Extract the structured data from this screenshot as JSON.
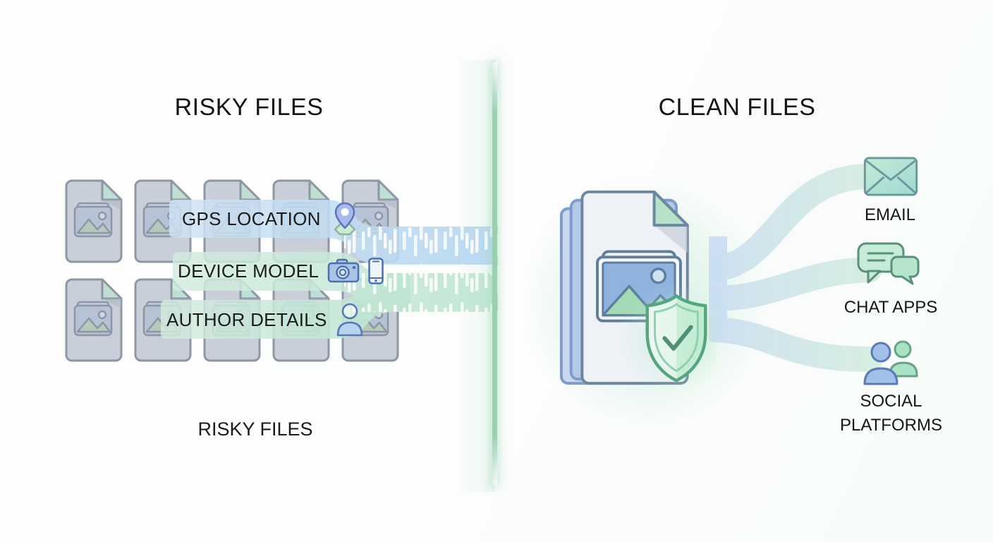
{
  "diagram": {
    "left": {
      "title": "RISKY FILES",
      "caption": "RISKY FILES",
      "files": {
        "icon": "image-file-icon",
        "rows": 2,
        "columns": 5,
        "count": 10
      },
      "metadata": [
        {
          "label": "GPS LOCATION",
          "icons": [
            "map-pin-icon"
          ]
        },
        {
          "label": "DEVICE MODEL",
          "icons": [
            "camera-icon",
            "smartphone-icon"
          ]
        },
        {
          "label": "AUTHOR DETAILS",
          "icons": [
            "user-icon"
          ]
        }
      ]
    },
    "right": {
      "title": "CLEAN FILES",
      "clean_file": {
        "icon": "photo-document-stack-icon",
        "badge": "shield-check-icon"
      },
      "destinations": [
        {
          "label": "EMAIL",
          "icon": "envelope-icon"
        },
        {
          "label": "CHAT APPS",
          "icon": "chat-bubbles-icon"
        },
        {
          "label": "SOCIAL PLATFORMS",
          "icon": "users-icon"
        }
      ]
    },
    "colors": {
      "risky_file_gray": "#c9cfd8",
      "stream_blue": "#b6d7ef",
      "stream_green": "#bfe6d2",
      "divider_green": "#9ad0b2",
      "shield_green": "#54a67f",
      "accent_blue": "#5a7ab8",
      "text": "#161616"
    }
  }
}
